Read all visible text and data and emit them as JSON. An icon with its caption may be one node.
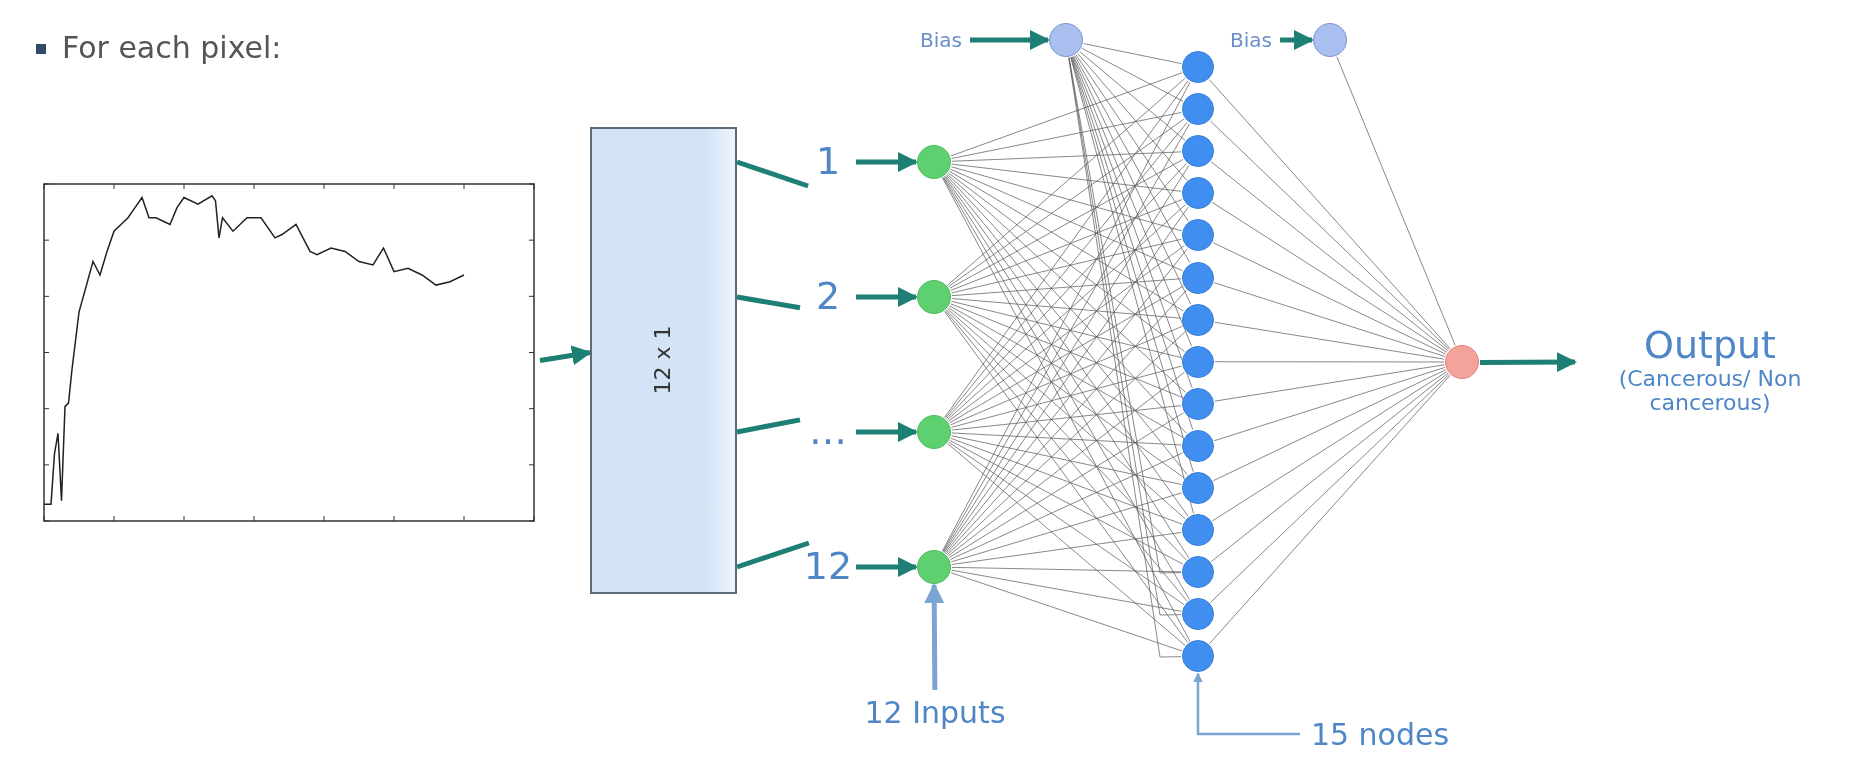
{
  "diagram": {
    "nodes": [
      {
        "text": [],
        "shape": "picture"
      },
      {
        "text": [
          "12 x 1"
        ]
      },
      {
        "text": [
          "1"
        ]
      },
      {
        "text": [
          "2"
        ]
      },
      {
        "text": [
          "…"
        ]
      },
      {
        "text": [
          "12"
        ]
      },
      {
        "text": [],
        "shape": "circle"
      },
      {
        "text": [],
        "shape": "circle"
      },
      {
        "text": [],
        "shape": "circle"
      },
      {
        "text": [],
        "shape": "circle"
      },
      {
        "text": [
          "Bias"
        ]
      },
      {
        "text": [],
        "shape": "circle"
      },
      {
        "text": [],
        "shape": "circle"
      },
      {
        "text": [],
        "shape": "circle"
      },
      {
        "text": [],
        "shape": "circle"
      },
      {
        "text": [],
        "shape": "circle"
      },
      {
        "text": [],
        "shape": "circle"
      },
      {
        "text": [],
        "shape": "circle"
      },
      {
        "text": [],
        "shape": "circle"
      },
      {
        "text": [],
        "shape": "circle"
      },
      {
        "text": [],
        "shape": "circle"
      },
      {
        "text": [],
        "shape": "circle"
      },
      {
        "text": [],
        "shape": "circle"
      },
      {
        "text": [],
        "shape": "circle"
      },
      {
        "text": [],
        "shape": "circle"
      },
      {
        "text": [],
        "shape": "circle"
      },
      {
        "text": [],
        "shape": "circle"
      },
      {
        "text": [
          "Bias"
        ]
      },
      {
        "text": [],
        "shape": "circle"
      },
      {
        "text": [],
        "shape": "circle"
      },
      {
        "text": [
          "Output",
          "(Cancerous/ Non cancerous)"
        ]
      },
      {
        "text": [
          "12 Inputs"
        ]
      },
      {
        "text": [
          "15 nodes"
        ]
      }
    ],
    "edges": [
      {
        "from": 0,
        "to": 1,
        "arrow": "to",
        "style": "thick",
        "color": "#1e7f74"
      },
      {
        "from": 1,
        "to": 2,
        "arrow": "none",
        "style": "thick",
        "color": "#1e7f74"
      },
      {
        "from": 1,
        "to": 3,
        "arrow": "none",
        "style": "thick",
        "color": "#1e7f74"
      },
      {
        "from": 1,
        "to": 4,
        "arrow": "none",
        "style": "thick",
        "color": "#1e7f74"
      },
      {
        "from": 1,
        "to": 5,
        "arrow": "none",
        "style": "thick",
        "color": "#1e7f74"
      },
      {
        "from": 2,
        "to": 6,
        "arrow": "to",
        "style": "thick",
        "color": "#1e7f74"
      },
      {
        "from": 3,
        "to": 7,
        "arrow": "to",
        "style": "thick",
        "color": "#1e7f74"
      },
      {
        "from": 4,
        "to": 8,
        "arrow": "to",
        "style": "thick",
        "color": "#1e7f74"
      },
      {
        "from": 5,
        "to": 9,
        "arrow": "to",
        "style": "thick",
        "color": "#1e7f74"
      },
      {
        "from": 10,
        "to": 11,
        "arrow": "to",
        "style": "thick",
        "color": "#1e7f74"
      },
      {
        "from": 27,
        "to": 28,
        "arrow": "to",
        "style": "thick",
        "color": "#1e7f74"
      },
      {
        "from": 6,
        "to": 12,
        "arrow": "none"
      },
      {
        "from": 6,
        "to": 13,
        "arrow": "none"
      },
      {
        "from": 6,
        "to": 14,
        "arrow": "none"
      },
      {
        "from": 6,
        "to": 15,
        "arrow": "none"
      },
      {
        "from": 6,
        "to": 16,
        "arrow": "none"
      },
      {
        "from": 6,
        "to": 17,
        "arrow": "none"
      },
      {
        "from": 6,
        "to": 18,
        "arrow": "none"
      },
      {
        "from": 6,
        "to": 19,
        "arrow": "none"
      },
      {
        "from": 6,
        "to": 20,
        "arrow": "none"
      },
      {
        "from": 6,
        "to": 21,
        "arrow": "none"
      },
      {
        "from": 6,
        "to": 22,
        "arrow": "none"
      },
      {
        "from": 6,
        "to": 23,
        "arrow": "none"
      },
      {
        "from": 6,
        "to": 24,
        "arrow": "none"
      },
      {
        "from": 6,
        "to": 25,
        "arrow": "none"
      },
      {
        "from": 6,
        "to": 26,
        "arrow": "none"
      },
      {
        "from": 7,
        "to": 12,
        "arrow": "none"
      },
      {
        "from": 7,
        "to": 13,
        "arrow": "none"
      },
      {
        "from": 7,
        "to": 14,
        "arrow": "none"
      },
      {
        "from": 7,
        "to": 15,
        "arrow": "none"
      },
      {
        "from": 7,
        "to": 16,
        "arrow": "none"
      },
      {
        "from": 7,
        "to": 17,
        "arrow": "none"
      },
      {
        "from": 7,
        "to": 18,
        "arrow": "none"
      },
      {
        "from": 7,
        "to": 19,
        "arrow": "none"
      },
      {
        "from": 7,
        "to": 20,
        "arrow": "none"
      },
      {
        "from": 7,
        "to": 21,
        "arrow": "none"
      },
      {
        "from": 7,
        "to": 22,
        "arrow": "none"
      },
      {
        "from": 7,
        "to": 23,
        "arrow": "none"
      },
      {
        "from": 7,
        "to": 24,
        "arrow": "none"
      },
      {
        "from": 7,
        "to": 25,
        "arrow": "none"
      },
      {
        "from": 7,
        "to": 26,
        "arrow": "none"
      },
      {
        "from": 8,
        "to": 12,
        "arrow": "none"
      },
      {
        "from": 8,
        "to": 13,
        "arrow": "none"
      },
      {
        "from": 8,
        "to": 14,
        "arrow": "none"
      },
      {
        "from": 8,
        "to": 15,
        "arrow": "none"
      },
      {
        "from": 8,
        "to": 16,
        "arrow": "none"
      },
      {
        "from": 8,
        "to": 17,
        "arrow": "none"
      },
      {
        "from": 8,
        "to": 18,
        "arrow": "none"
      },
      {
        "from": 8,
        "to": 19,
        "arrow": "none"
      },
      {
        "from": 8,
        "to": 20,
        "arrow": "none"
      },
      {
        "from": 8,
        "to": 21,
        "arrow": "none"
      },
      {
        "from": 8,
        "to": 22,
        "arrow": "none"
      },
      {
        "from": 8,
        "to": 23,
        "arrow": "none"
      },
      {
        "from": 8,
        "to": 24,
        "arrow": "none"
      },
      {
        "from": 8,
        "to": 25,
        "arrow": "none"
      },
      {
        "from": 8,
        "to": 26,
        "arrow": "none"
      },
      {
        "from": 9,
        "to": 12,
        "arrow": "none"
      },
      {
        "from": 9,
        "to": 13,
        "arrow": "none"
      },
      {
        "from": 9,
        "to": 14,
        "arrow": "none"
      },
      {
        "from": 9,
        "to": 15,
        "arrow": "none"
      },
      {
        "from": 9,
        "to": 16,
        "arrow": "none"
      },
      {
        "from": 9,
        "to": 17,
        "arrow": "none"
      },
      {
        "from": 9,
        "to": 18,
        "arrow": "none"
      },
      {
        "from": 9,
        "to": 19,
        "arrow": "none"
      },
      {
        "from": 9,
        "to": 20,
        "arrow": "none"
      },
      {
        "from": 9,
        "to": 21,
        "arrow": "none"
      },
      {
        "from": 9,
        "to": 22,
        "arrow": "none"
      },
      {
        "from": 9,
        "to": 23,
        "arrow": "none"
      },
      {
        "from": 9,
        "to": 24,
        "arrow": "none"
      },
      {
        "from": 9,
        "to": 25,
        "arrow": "none"
      },
      {
        "from": 9,
        "to": 26,
        "arrow": "none"
      },
      {
        "from": 11,
        "to": 12,
        "arrow": "none"
      },
      {
        "from": 11,
        "to": 13,
        "arrow": "none"
      },
      {
        "from": 11,
        "to": 14,
        "arrow": "none"
      },
      {
        "from": 11,
        "to": 15,
        "arrow": "none"
      },
      {
        "from": 11,
        "to": 16,
        "arrow": "none"
      },
      {
        "from": 11,
        "to": 17,
        "arrow": "none"
      },
      {
        "from": 11,
        "to": 18,
        "arrow": "none"
      },
      {
        "from": 11,
        "to": 19,
        "arrow": "none"
      },
      {
        "from": 11,
        "to": 20,
        "arrow": "none"
      },
      {
        "from": 11,
        "to": 21,
        "arrow": "none"
      },
      {
        "from": 11,
        "to": 22,
        "arrow": "none"
      },
      {
        "from": 11,
        "to": 23,
        "arrow": "none"
      },
      {
        "from": 11,
        "to": 24,
        "arrow": "none"
      },
      {
        "from": 11,
        "to": 25,
        "arrow": "none"
      },
      {
        "from": 11,
        "to": 26,
        "arrow": "none"
      },
      {
        "from": 12,
        "to": 29,
        "arrow": "none"
      },
      {
        "from": 13,
        "to": 29,
        "arrow": "none"
      },
      {
        "from": 14,
        "to": 29,
        "arrow": "none"
      },
      {
        "from": 15,
        "to": 29,
        "arrow": "none"
      },
      {
        "from": 16,
        "to": 29,
        "arrow": "none"
      },
      {
        "from": 17,
        "to": 29,
        "arrow": "none"
      },
      {
        "from": 18,
        "to": 29,
        "arrow": "none"
      },
      {
        "from": 19,
        "to": 29,
        "arrow": "none"
      },
      {
        "from": 20,
        "to": 29,
        "arrow": "none"
      },
      {
        "from": 21,
        "to": 29,
        "arrow": "none"
      },
      {
        "from": 22,
        "to": 29,
        "arrow": "none"
      },
      {
        "from": 23,
        "to": 29,
        "arrow": "none"
      },
      {
        "from": 24,
        "to": 29,
        "arrow": "none"
      },
      {
        "from": 25,
        "to": 29,
        "arrow": "none"
      },
      {
        "from": 26,
        "to": 29,
        "arrow": "none"
      },
      {
        "from": 28,
        "to": 29,
        "arrow": "none"
      },
      {
        "from": 29,
        "to": 30,
        "arrow": "to",
        "style": "thick",
        "color": "#1e7f74"
      },
      {
        "from": 31,
        "to": 9,
        "arrow": "to",
        "style": "thick",
        "color": "#7aa5d2"
      },
      {
        "from": 32,
        "to": 26,
        "arrow": "to",
        "color": "#7aa5d2"
      }
    ],
    "labels": [
      "For each pixel:"
    ]
  }
}
